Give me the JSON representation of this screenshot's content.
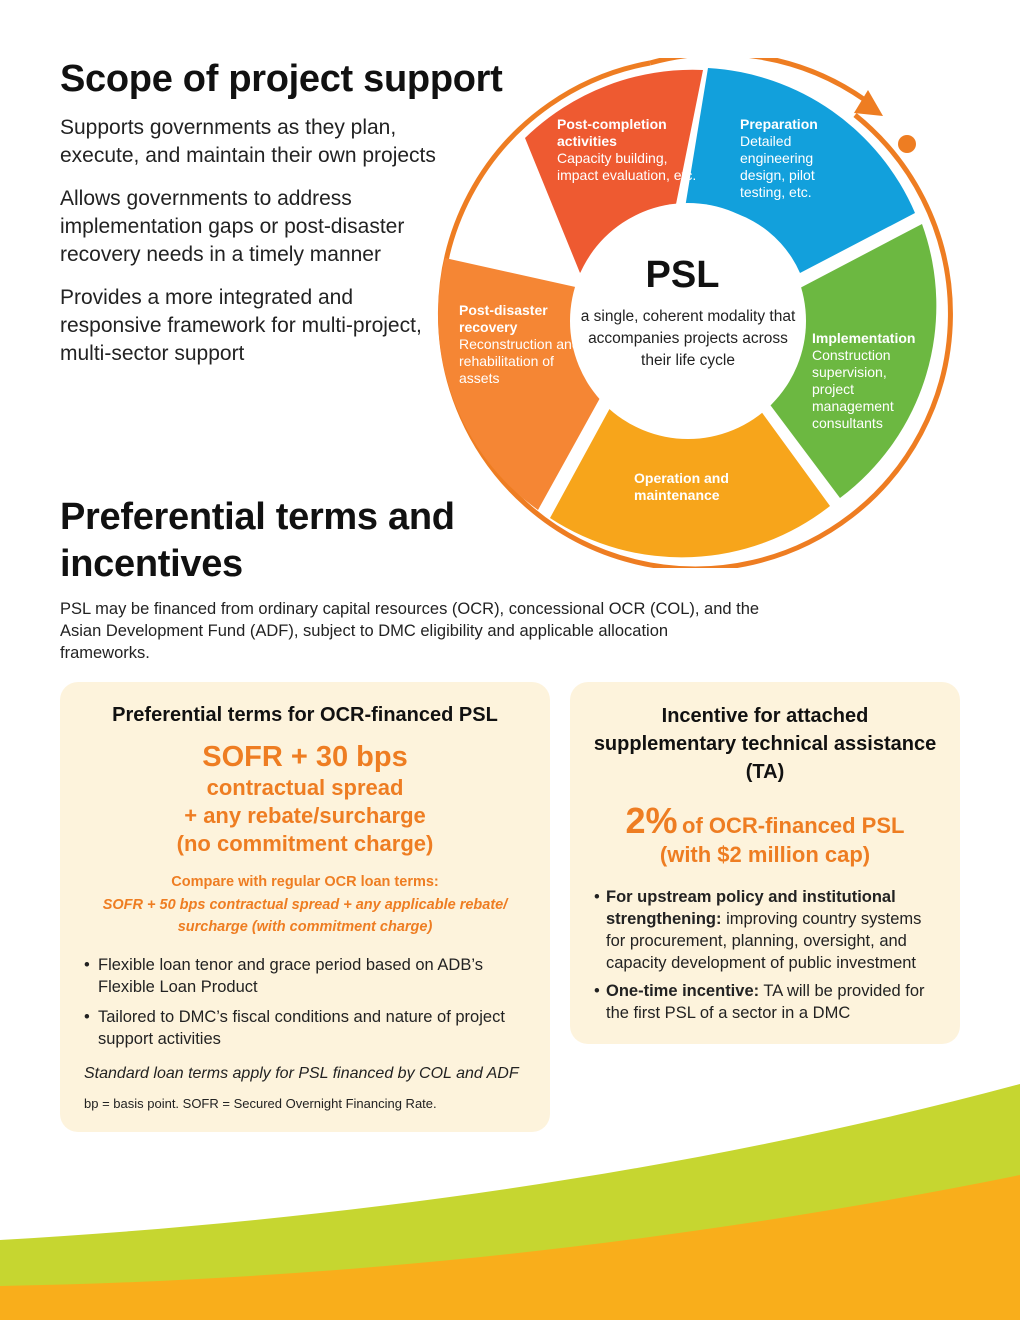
{
  "scope": {
    "title": "Scope of project support",
    "items": [
      "Supports governments as they plan, execute, and maintain their own projects",
      "Allows governments to address implementation gaps or post-disaster recovery needs in a timely manner",
      "Provides a more integrated and responsive framework for multi-project, multi-sector support"
    ]
  },
  "cycle": {
    "center_title": "PSL",
    "center_text": "a single, coherent modality that accompanies projects across their life cycle",
    "colors": {
      "ring": "#ee7d22",
      "post_completion": "#ee5a31",
      "preparation": "#12a0dc",
      "implementation": "#6cb841",
      "operation": "#f7a51b",
      "post_disaster": "#f58634"
    },
    "segments": {
      "post_completion": {
        "heading": "Post-completion activities",
        "body": "Capacity building, impact evaluation, etc."
      },
      "preparation": {
        "heading": "Preparation",
        "body": "Detailed engineering design, pilot testing, etc."
      },
      "implementation": {
        "heading": "Implementation",
        "body": "Construction supervision, project management consultants"
      },
      "operation": {
        "heading": "Operation and maintenance"
      },
      "post_disaster": {
        "heading": "Post-disaster recovery",
        "body": "Reconstruction and rehabilitation of assets"
      }
    }
  },
  "preferential": {
    "title": "Preferential terms and incentives",
    "intro": "PSL may be financed from ordinary capital resources (OCR), concessional OCR (COL), and the Asian Development Fund (ADF), subject to DMC eligibility and applicable allocation frameworks."
  },
  "ocr_card": {
    "title": "Preferential terms for OCR-financed PSL",
    "headline": "SOFR + 30 bps",
    "sub_lines": [
      "contractual spread",
      "+ any rebate/surcharge",
      "(no commitment charge)"
    ],
    "compare_title": "Compare with regular OCR loan terms:",
    "compare_body": "SOFR + 50 bps contractual spread + any applicable rebate/ surcharge (with commitment charge)",
    "bullets": [
      "Flexible loan tenor and grace period based on ADB’s Flexible Loan Product",
      "Tailored to DMC’s fiscal conditions and nature of project support activities"
    ],
    "standard_note": "Standard loan terms apply for PSL financed by COL and ADF",
    "footnote": "bp = basis point. SOFR = Secured Overnight Financing Rate."
  },
  "ta_card": {
    "title": "Incentive for attached supplementary technical assistance (TA)",
    "percent": "2%",
    "percent_rest": "of OCR-financed PSL",
    "cap": "(with $2 million cap)",
    "bullets": [
      {
        "bold": "For upstream policy and institutional strengthening:",
        "text": "improving country systems for procurement, planning, oversight, and capacity development of public investment"
      },
      {
        "bold": "One-time incentive:",
        "text": "TA will be provided for the first PSL of a sector in a DMC"
      }
    ]
  },
  "accent_colors": {
    "card_bg": "#fdf3dc",
    "orange": "#ee7d22",
    "wave_green": "#c6d630",
    "wave_orange": "#f9ae1b"
  }
}
